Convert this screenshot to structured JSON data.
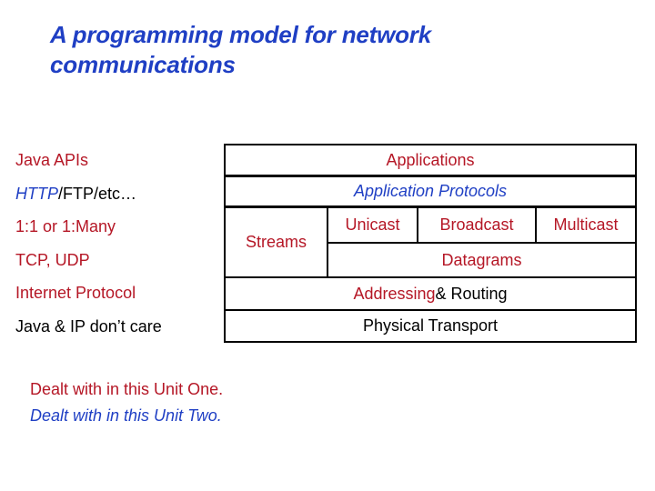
{
  "slide": {
    "title": "A programming model for network communications"
  },
  "colors": {
    "red": "#b51726",
    "blue": "#1f3fc4",
    "black": "#000000",
    "background": "#ffffff"
  },
  "left_labels": [
    {
      "text": "Java APIs",
      "color": "red"
    },
    {
      "text_blue_italic": "HTTP",
      "text_black": "/FTP/etc…"
    },
    {
      "text": "1:1 or 1:Many",
      "color": "red"
    },
    {
      "text": "TCP, UDP",
      "color": "red"
    },
    {
      "text": "Internet Protocol",
      "color": "red"
    },
    {
      "text": "Java & IP don’t care",
      "color": "black"
    }
  ],
  "stack": {
    "applications": "Applications",
    "application_protocols": "Application Protocols",
    "streams": "Streams",
    "unicast": "Unicast",
    "broadcast": "Broadcast",
    "multicast": "Multicast",
    "datagrams": "Datagrams",
    "addressing_red": "Addressing",
    "addressing_black": " & Routing",
    "physical_transport": "Physical Transport"
  },
  "legend": {
    "unit_one": "Dealt with in this Unit One.",
    "unit_two": "Dealt with in this Unit Two."
  }
}
